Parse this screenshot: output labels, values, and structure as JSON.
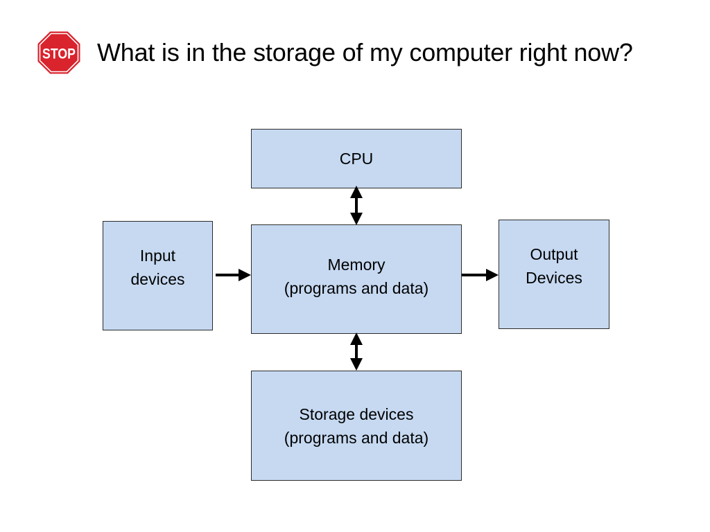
{
  "title": "What is in the storage of my computer right now?",
  "stop_sign": {
    "label": "STOP",
    "color": "#d9232d"
  },
  "boxes": {
    "cpu": {
      "lines": [
        "CPU"
      ]
    },
    "memory": {
      "lines": [
        "Memory",
        "(programs and data)"
      ]
    },
    "storage": {
      "lines": [
        "Storage devices",
        "(programs and data)"
      ]
    },
    "input": {
      "lines": [
        "Input",
        "devices"
      ]
    },
    "output": {
      "lines": [
        "Output",
        "Devices"
      ]
    }
  },
  "colors": {
    "box_fill": "#c6d9f1",
    "box_border": "#2b2b2b",
    "arrow": "#000000"
  },
  "connections": [
    {
      "from": "cpu",
      "to": "memory",
      "direction": "bidirectional"
    },
    {
      "from": "input",
      "to": "memory",
      "direction": "forward"
    },
    {
      "from": "memory",
      "to": "output",
      "direction": "forward"
    },
    {
      "from": "memory",
      "to": "storage",
      "direction": "bidirectional"
    }
  ]
}
